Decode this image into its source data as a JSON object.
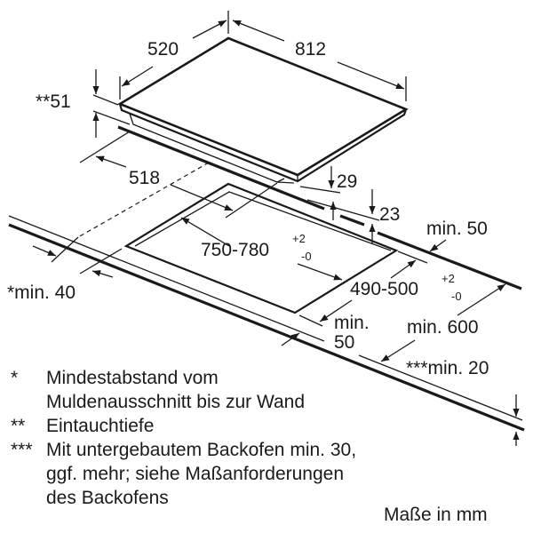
{
  "dimensions": {
    "hob_depth": "520",
    "hob_width": "812",
    "immersion_depth": "**51",
    "body_depth": "518",
    "height_29": "29",
    "height_23": "23",
    "cutout_width": "750-780",
    "cutout_width_tol_plus": "+2",
    "cutout_width_tol_minus": "-0",
    "cutout_depth": "490-500",
    "cutout_depth_tol_plus": "+2",
    "cutout_depth_tol_minus": "-0",
    "min_back": "min. 50",
    "min_front_1": "min.",
    "min_front_2": "50",
    "min_wall": "*min. 40",
    "min_counter": "min. 600",
    "min_thickness": "***min. 20"
  },
  "legend": [
    {
      "mark": "*",
      "lines": [
        "Mindestabstand vom",
        "Muldenausschnitt bis zur Wand"
      ]
    },
    {
      "mark": "**",
      "lines": [
        "Eintauchtiefe"
      ]
    },
    {
      "mark": "***",
      "lines": [
        "Mit untergebautem Backofen min. 30,",
        "ggf. mehr; siehe Maßanforderungen",
        "des Backofens"
      ]
    }
  ],
  "units_note": "Maße in mm"
}
